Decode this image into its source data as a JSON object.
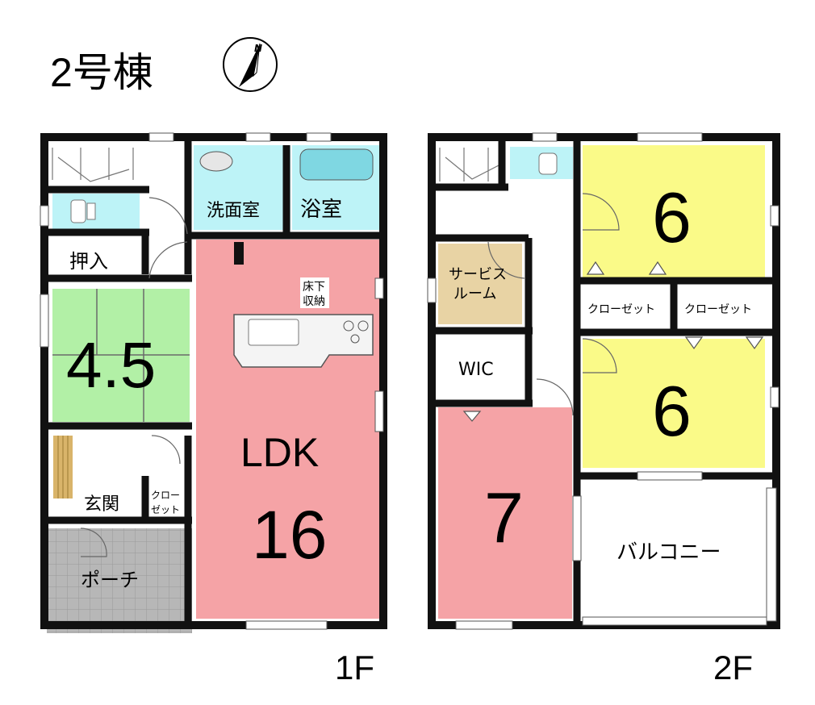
{
  "title": "2号棟",
  "compass_letter": "N",
  "floors": {
    "first": "1F",
    "second": "2F"
  },
  "rooms_1f": {
    "washroom": "洗面室",
    "bath": "浴室",
    "oshiire": "押入",
    "tatami_size": "4.5",
    "underfloor_line1": "床下",
    "underfloor_line2": "収納",
    "ldk": "LDK",
    "ldk_size": "16",
    "entrance": "玄関",
    "closet_line1": "クロー",
    "closet_line2": "ゼット",
    "porch": "ポーチ"
  },
  "rooms_2f": {
    "bedroom_top_size": "6",
    "service_line1": "サービス",
    "service_line2": "ルーム",
    "closet_left": "クローゼット",
    "closet_right": "クローゼット",
    "wic": "WIC",
    "bedroom_mid_size": "6",
    "bedroom_west_size": "7",
    "balcony": "バルコニー"
  },
  "colors": {
    "ldk": "#f5a3a6",
    "tatami": "#b2f0a6",
    "wet": "#bdf3f7",
    "bedroom": "#fafa88",
    "service": "#e8d3a4",
    "porch": "#b7b7b7",
    "stair_wood": "#d9b46a",
    "wall": "#111111"
  }
}
